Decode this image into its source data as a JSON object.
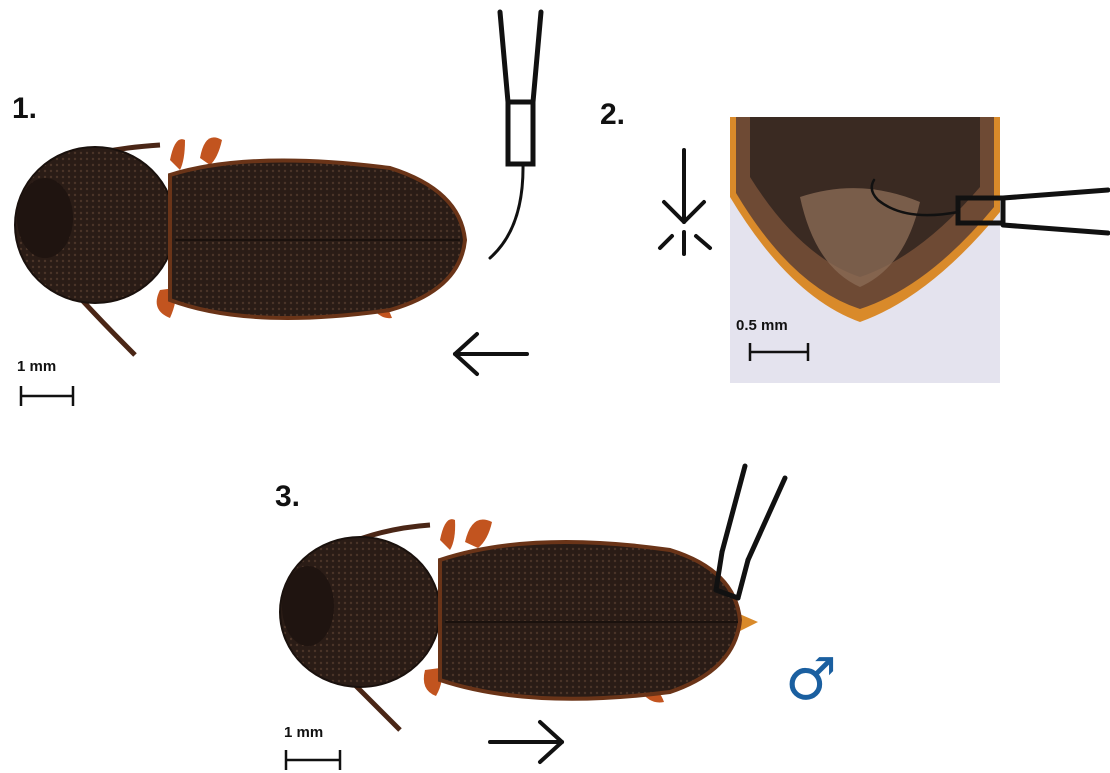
{
  "panels": {
    "p1": {
      "label": "1.",
      "scale": "1 mm"
    },
    "p2": {
      "label": "2.",
      "scale": "0.5 mm"
    },
    "p3": {
      "label": "3.",
      "scale": "1 mm"
    }
  },
  "symbols": {
    "male": "♂"
  },
  "colors": {
    "beetle_body": "#2a1c16",
    "beetle_edge": "#5a2a14",
    "legs": "#c2541f",
    "line": "#111111",
    "male_symbol": "#1a5fa0",
    "photo_bg": "#e4e3ee",
    "abdomen_rim": "#d98a2a"
  }
}
